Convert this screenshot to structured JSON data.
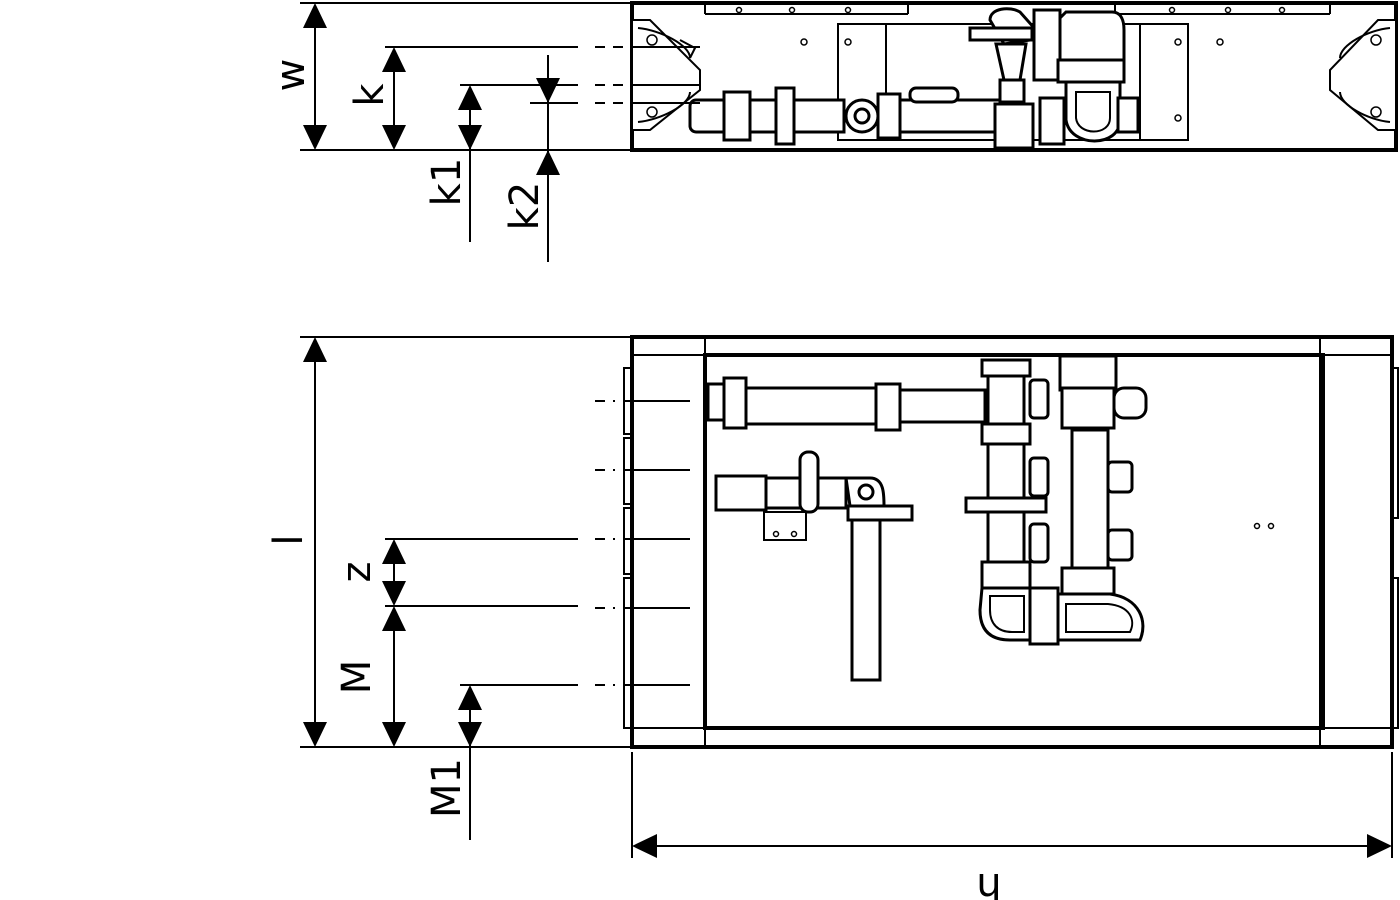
{
  "labels": {
    "w": "w",
    "k": "k",
    "k1": "k1",
    "k2": "k2",
    "l": "l",
    "z": "z",
    "M": "M",
    "M1": "M1",
    "h": "h"
  },
  "colors": {
    "line": "#000000",
    "background": "#ffffff"
  }
}
